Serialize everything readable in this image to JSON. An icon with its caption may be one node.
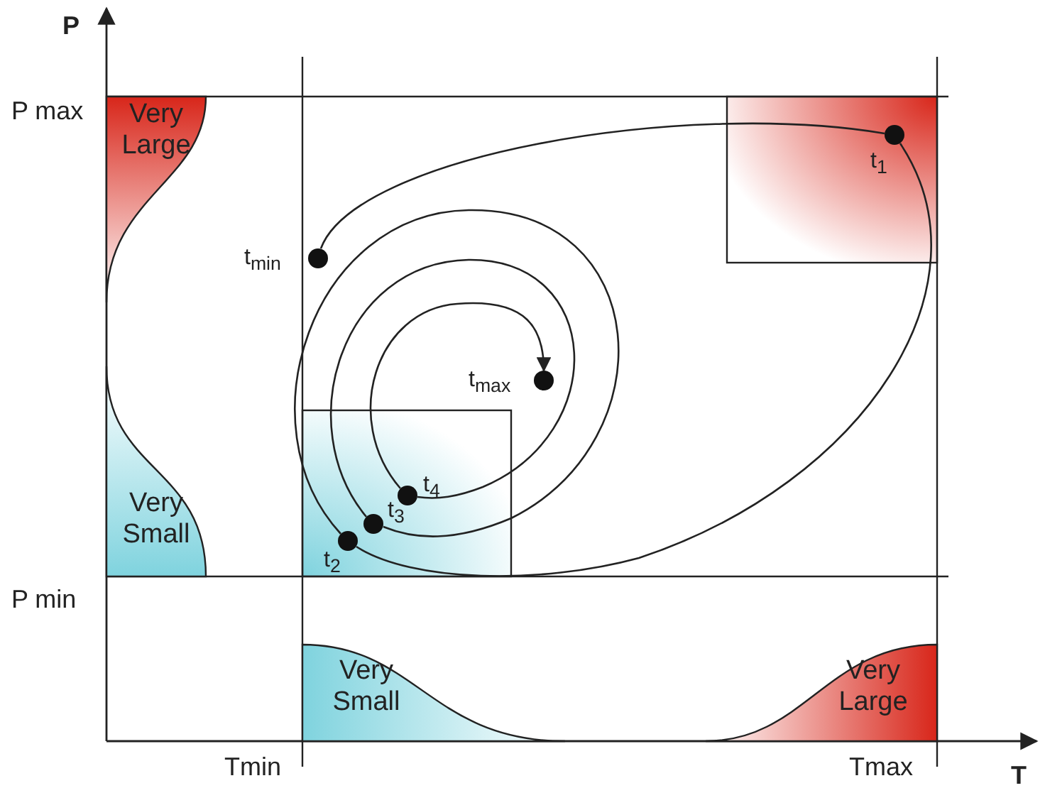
{
  "diagram": {
    "nodes": [
      {
        "text": [
          "Very Large"
        ]
      },
      {
        "text": [],
        "shape": "circle",
        "beside": [
          "t$_{1}$"
        ]
      },
      {
        "text": [],
        "shape": "circle",
        "beside": [
          "t$_{min}$"
        ]
      },
      {
        "text": [],
        "shape": "circle",
        "beside": [
          "t$_{max}$"
        ]
      },
      {
        "text": [
          "Very Small"
        ]
      },
      {
        "text": [],
        "shape": "circle",
        "beside": [
          "t$_{4}$"
        ]
      },
      {
        "text": [],
        "shape": "circle",
        "beside": [
          "t$_{3}$"
        ]
      },
      {
        "text": [],
        "shape": "circle",
        "beside": [
          "t$_{2}$"
        ]
      },
      {
        "text": [
          "Very Small"
        ]
      },
      {
        "text": [
          "Very Large"
        ]
      }
    ],
    "edges": [
      {
        "from": 2,
        "to": 1,
        "arrow": "none"
      },
      {
        "from": 1,
        "to": 7,
        "arrow": "none"
      },
      {
        "from": 7,
        "to": 6,
        "arrow": "none"
      },
      {
        "from": 6,
        "to": 5,
        "arrow": "none"
      },
      {
        "from": 5,
        "to": 3,
        "arrow": "to"
      }
    ],
    "labels": [
      "P",
      "P max",
      "P min",
      "Tmin",
      "Tmax",
      "T"
    ]
  }
}
